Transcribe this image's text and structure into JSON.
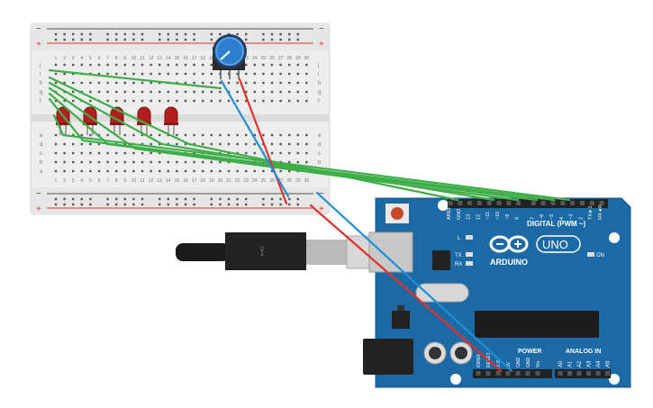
{
  "breadboard": {
    "plus_sign": "+",
    "minus_sign": "−",
    "row_letters_top": [
      "j",
      "i",
      "h",
      "g",
      "f"
    ],
    "row_letters_bottom": [
      "e",
      "d",
      "c",
      "b",
      "a"
    ],
    "column_numbers": [
      "1",
      "2",
      "3",
      "4",
      "5",
      "6",
      "7",
      "8",
      "9",
      "10",
      "11",
      "12",
      "13",
      "14",
      "15",
      "16",
      "17",
      "18",
      "19",
      "20",
      "21",
      "22",
      "23",
      "24",
      "25",
      "26",
      "27",
      "28",
      "29",
      "30"
    ]
  },
  "leds": {
    "count": 5,
    "color": "#b21d1d"
  },
  "potentiometer": {
    "knob_color": "#2f7fd1"
  },
  "arduino": {
    "brand": "ARDUINO",
    "model": "UNO",
    "digital_label": "DIGITAL (PWM ~)",
    "power_label": "POWER",
    "analog_label": "ANALOG IN",
    "on_label": "ON",
    "led_labels": [
      "L",
      "TX",
      "RX"
    ],
    "top_header_labels": [
      "AREF",
      "GND",
      "13",
      "12",
      "~11",
      "~10",
      "~9",
      "8",
      "7",
      "~6",
      "~5",
      "4",
      "~3",
      "2",
      "TX►1",
      "RX◄0"
    ],
    "power_pin_labels": [
      "IOREF",
      "RESET",
      "3.3V",
      "5V",
      "GND",
      "GND",
      "Vin"
    ],
    "analog_pin_labels": [
      "A0",
      "A1",
      "A2",
      "A3",
      "A4",
      "A5"
    ],
    "board_color": "#1b6aa5"
  },
  "wires": {
    "green": "#3fae49",
    "red": "#e0312c",
    "blue": "#1e90d6"
  }
}
